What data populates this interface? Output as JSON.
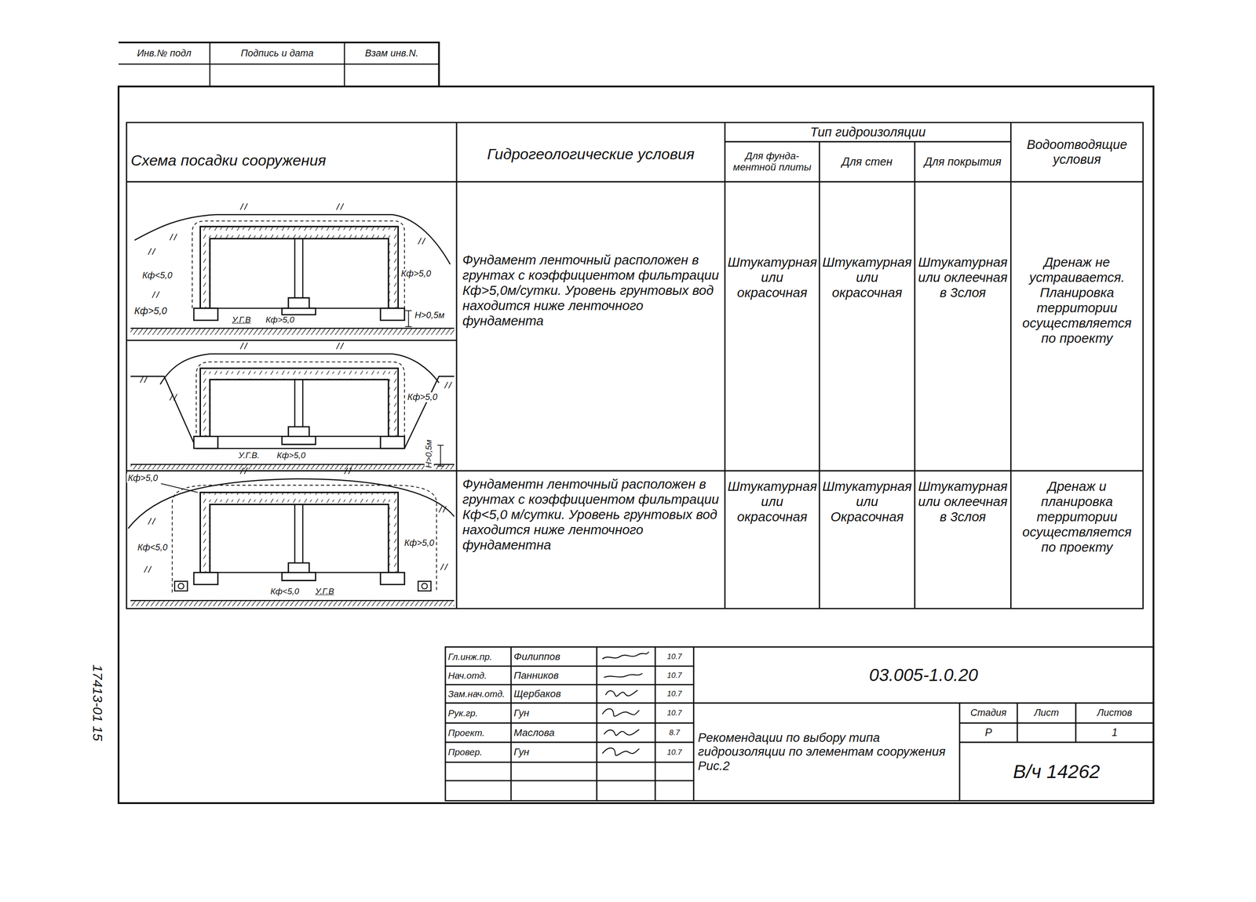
{
  "diagram": {
    "labels": [
      "Инв.№ подл",
      "Подпись и дата",
      "Взам инв.N.",
      "Схема посадки сооружения",
      "Гидрогеологические условия",
      "Тип гидроизоляции",
      "Для фунда- ментной плиты",
      "Для стен",
      "Для покрытия",
      "Водоотводящие условия",
      "Фундамент ленточный расположен в грунтах с коэффициентом фильтрации Кф>5,0м/сутки. Уровень грунтовых вод находится ниже ленточного фундамента",
      "Штукатурная или окрасочная",
      "Штукатурная или окрасочная",
      "Штукатурная или оклеечная в 3слоя",
      "Дренаж не устраивается. Планировка территории осуществляется по проекту",
      "Фундаментн ленточный расположен в грунтах с коэффициентом фильтрации Кф<5,0 м/сутки. Уровень грунтовых вод находится ниже ленточного фундаментна",
      "Штукатурная или окрасочная",
      "Штукатурная или Окрасочная",
      "Штукатурная или оклеечная в 3слоя",
      "Дренаж и планировка территории осуществляется по проекту",
      "Кф<5,0",
      "Кф>5,0",
      "Кф>5,0",
      "У.Г.В",
      "Кф>5,0",
      "Н>0,5м",
      "Кф>5,0",
      "Н>0,5м",
      "У.Г.В.",
      "Кф>5,0",
      "Кф>5,0",
      "Кф<5,0",
      "Кф>5,0",
      "Кф<5,0",
      "У.Г.В",
      "Гл.инж.пр.",
      "Филиппов",
      "10.7",
      "Нач.отд.",
      "Панников",
      "10.7",
      "Зам.нач.отд.",
      "Щербаков",
      "10.7",
      "Рук.гр.",
      "Гун",
      "10.7",
      "Проект.",
      "Маслова",
      "8.7",
      "Провер.",
      "Гун",
      "10.7",
      "03.005-1.0.20",
      "Рекомендации по выбору типа гидроизоляции по элементам сооружения Рис.2",
      "Стадия",
      "Лист",
      "Листов",
      "Р",
      "1",
      "В/ч 14262",
      "17413-01 15"
    ]
  }
}
